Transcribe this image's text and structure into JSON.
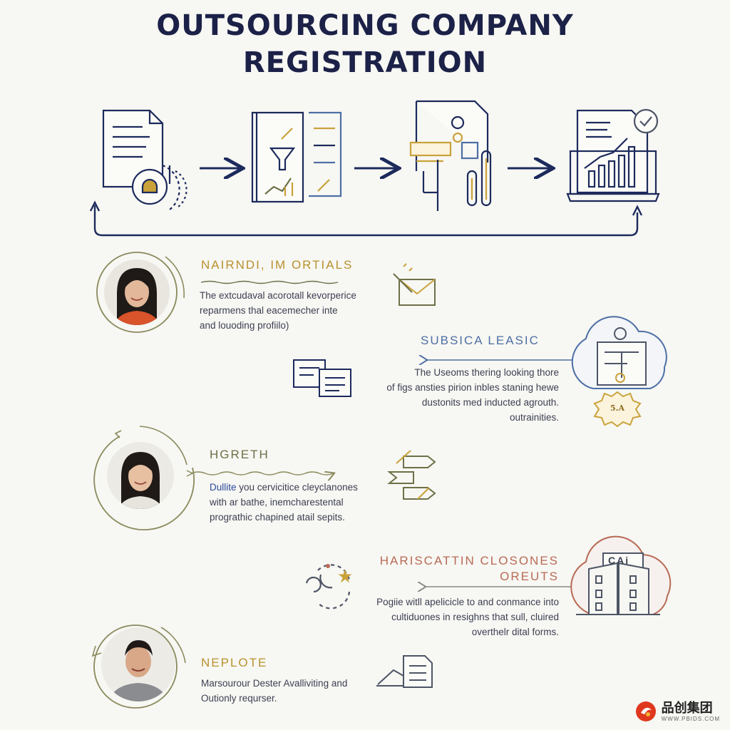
{
  "title": {
    "line1": "OUTSOURCING COMPANY",
    "line2": "REGISTRATION"
  },
  "process_icons": [
    "document-lock-icon",
    "filter-chart-icon",
    "org-chart-document-icon",
    "laptop-growth-check-icon"
  ],
  "sections": [
    {
      "label": "NAIRNDI, IM ORTIALS",
      "description": "The extcudaval acorotall kevorperice\nreparmens thal eacemecher inte\nand louoding profiilo)",
      "label_color": "#b8912e",
      "icon": "envelope-pen-icon"
    },
    {
      "label": "SUBSICA LEASIC",
      "description": "The Useoms thering looking thore\nof figs ansties pirion inbles staning hewe\ndustonits med inducted agrouth.\noutrainities.",
      "label_color": "#4d6fa5",
      "icon": "cloud-chip-badge-icon",
      "badge_text": "5.A"
    },
    {
      "label": "HGRETH",
      "description": "Dullite you cervicitice cleyclanones\nwith ar bathe, inemcharestental\nprograthic chapined atail sepits.",
      "label_color": "#6e7048",
      "icon": "arrows-exchange-icon",
      "highlight": "Dullite"
    },
    {
      "label": "HARISCATTIN CLOSONES\nOREUTS",
      "description": "Pogiie witll apelicicle to and conmance into\ncultiduones in resighns that sull, cluired\noverthelr dital forms.",
      "label_color": "#b86a55",
      "icon": "cloud-building-icon",
      "badge_text": "CAi"
    },
    {
      "label": "NEPLOTE",
      "description": "Marsourour Dester Avalliviting and\nOutionly requrser.",
      "label_color": "#b8912e",
      "icon": "chart-document-icon"
    }
  ],
  "watermark": {
    "text": "品创集团",
    "sub": "WWW.PBIDS.COM"
  },
  "colors": {
    "navy": "#1c2a5c",
    "gold": "#c9a23a",
    "olive": "#8a8a5e",
    "blue": "#4d6fa5",
    "rose": "#b86a55"
  }
}
